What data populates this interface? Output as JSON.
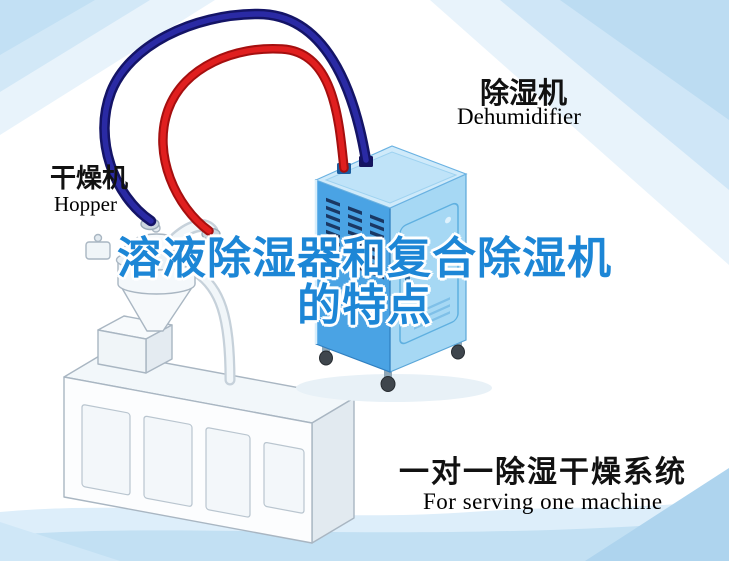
{
  "title": {
    "line1": "溶液除湿器和复合除湿机",
    "line2": "的特点"
  },
  "labels": {
    "hopper": {
      "zh": "干燥机",
      "en": "Hopper"
    },
    "dehumidifier": {
      "zh": "除湿机",
      "en": "Dehumidifier"
    },
    "bottom": {
      "zh": "一对一除湿干燥系统",
      "en": "For serving one machine"
    }
  },
  "icons": {
    "red_hose": "supply-hose",
    "navy_hose": "return-hose"
  },
  "colors": {
    "title_blue": "#1c86d6",
    "pipe_red": "#e01f1f",
    "pipe_red_dark": "#a50f0f",
    "pipe_navy": "#2a2aa4",
    "pipe_navy_dark": "#141466",
    "dehumidifier_front": "#4aa3e4",
    "dehumidifier_side": "#a6d8f4",
    "dehumidifier_top": "#cfeafa",
    "background_tint": "#cfe6f7"
  }
}
